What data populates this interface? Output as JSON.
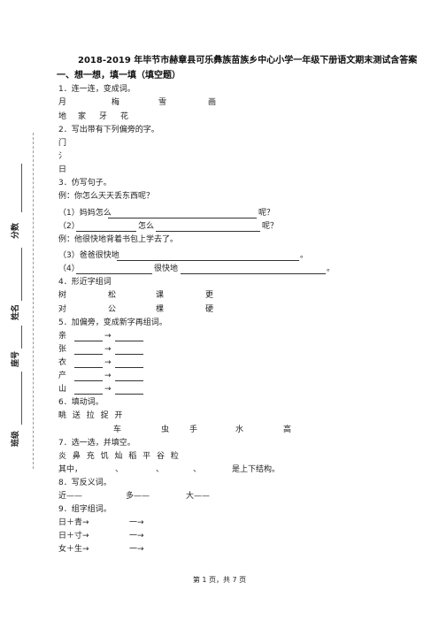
{
  "doc": {
    "title": "2018-2019 年毕节市赫章县可乐彝族苗族乡中心小学一年级下册语文期末测试含答案",
    "section1": "一、想一想，填一填（填空题）"
  },
  "q1": {
    "num": "1．",
    "prompt": "连一连，变成词。",
    "row1": [
      "月",
      "梅",
      "雪",
      "画"
    ],
    "row2": [
      "地",
      "家",
      "牙",
      "花"
    ]
  },
  "q2": {
    "num": "2．",
    "prompt": "写出带有下列偏旁的字。",
    "radicals": [
      "门",
      "氵",
      "日"
    ]
  },
  "q3": {
    "num": "3．",
    "prompt": "仿写句子。",
    "ex1": "例：你怎么天天丢东西呢？",
    "l1a": "（1）妈妈怎么",
    "l1b": "呢？",
    "l2a": "（2）",
    "l2b": "怎么",
    "l2c": "呢？",
    "ex2": "例：他很快地背着书包上学去了。",
    "l3a": "（3）爸爸很快地",
    "l3b": "。",
    "l4a": "（4）",
    "l4b": "很快地",
    "l4c": "。"
  },
  "q4": {
    "num": "4．",
    "prompt": "形近字组词",
    "row1": [
      "树",
      "松",
      "课",
      "更"
    ],
    "row2": [
      "对",
      "公",
      "棵",
      "硬"
    ]
  },
  "q5": {
    "num": "5．",
    "prompt": "加偏旁，变成新字再组词。",
    "items": [
      "亲",
      "张",
      "衣",
      "产",
      "山"
    ],
    "arrow": "→"
  },
  "q6": {
    "num": "6．",
    "prompt": "填动词。",
    "verbs": "眺 送 拉 捉 开",
    "nouns": [
      "车",
      "虫",
      "手",
      "水",
      "高"
    ]
  },
  "q7": {
    "num": "7．",
    "prompt": "选一选，并填空。",
    "chars": "炎 鼻 充 饥 灿 稻 平 谷 粒",
    "lineA": "其中，",
    "seps": [
      "、",
      "、",
      "、"
    ],
    "tail": "是上下结构。"
  },
  "q8": {
    "num": "8．",
    "prompt": "写反义词。",
    "items": [
      "近——",
      "多——",
      "大——"
    ]
  },
  "q9": {
    "num": "9．",
    "prompt": "组字组词。",
    "items": [
      "日＋青→",
      "日＋寸→",
      "女＋生→"
    ],
    "dash": "一→"
  },
  "side": {
    "score": "分数",
    "name": "姓名",
    "seat": "座号",
    "class": "班级"
  },
  "footer": "第 1 页，共 7 页"
}
